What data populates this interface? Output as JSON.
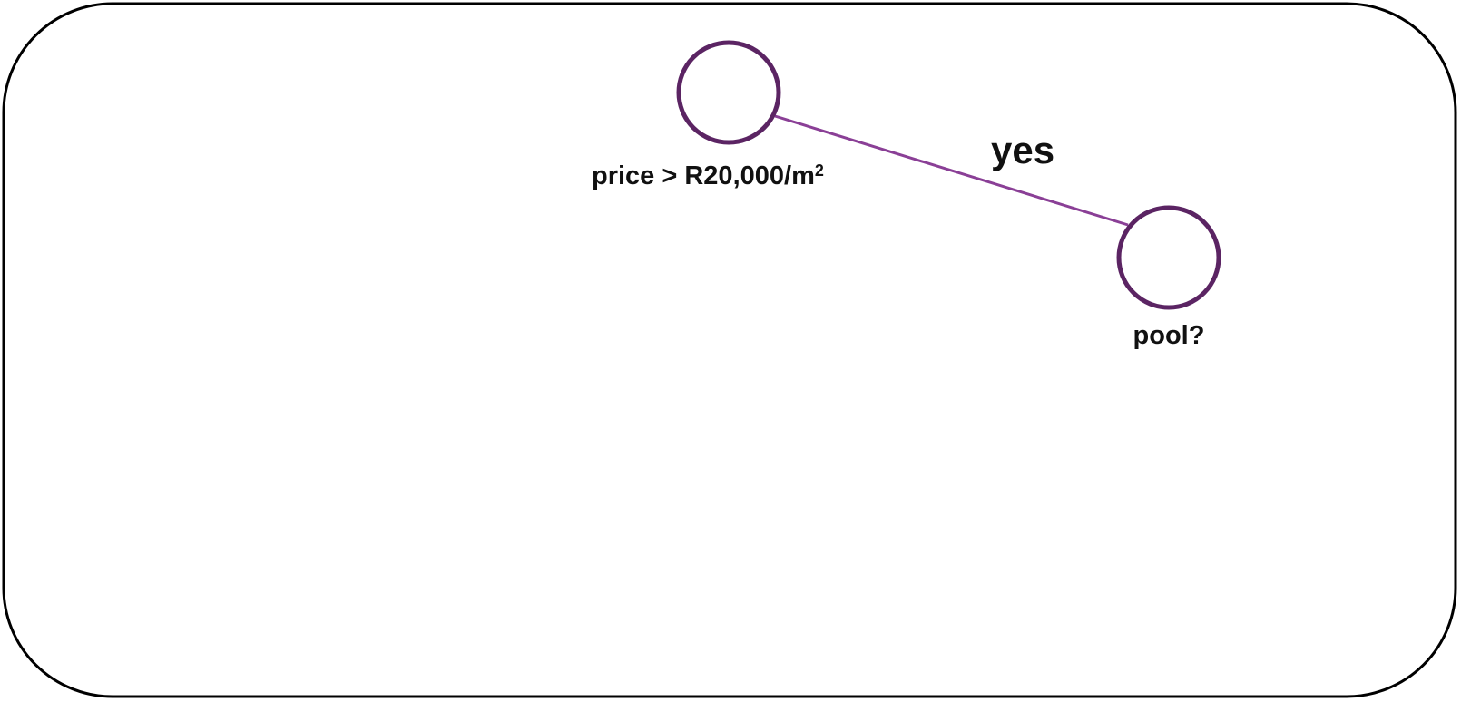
{
  "colors": {
    "frame_stroke": "#000000",
    "node_stroke": "#5b2463",
    "edge_stroke": "#8a3f96",
    "text": "#111111",
    "background": "#ffffff"
  },
  "nodes": {
    "root": {
      "label_main": "price > R20,000/m",
      "label_sup": "2"
    },
    "child": {
      "label": "pool?"
    }
  },
  "edges": {
    "root_to_child": {
      "label": "yes"
    }
  }
}
